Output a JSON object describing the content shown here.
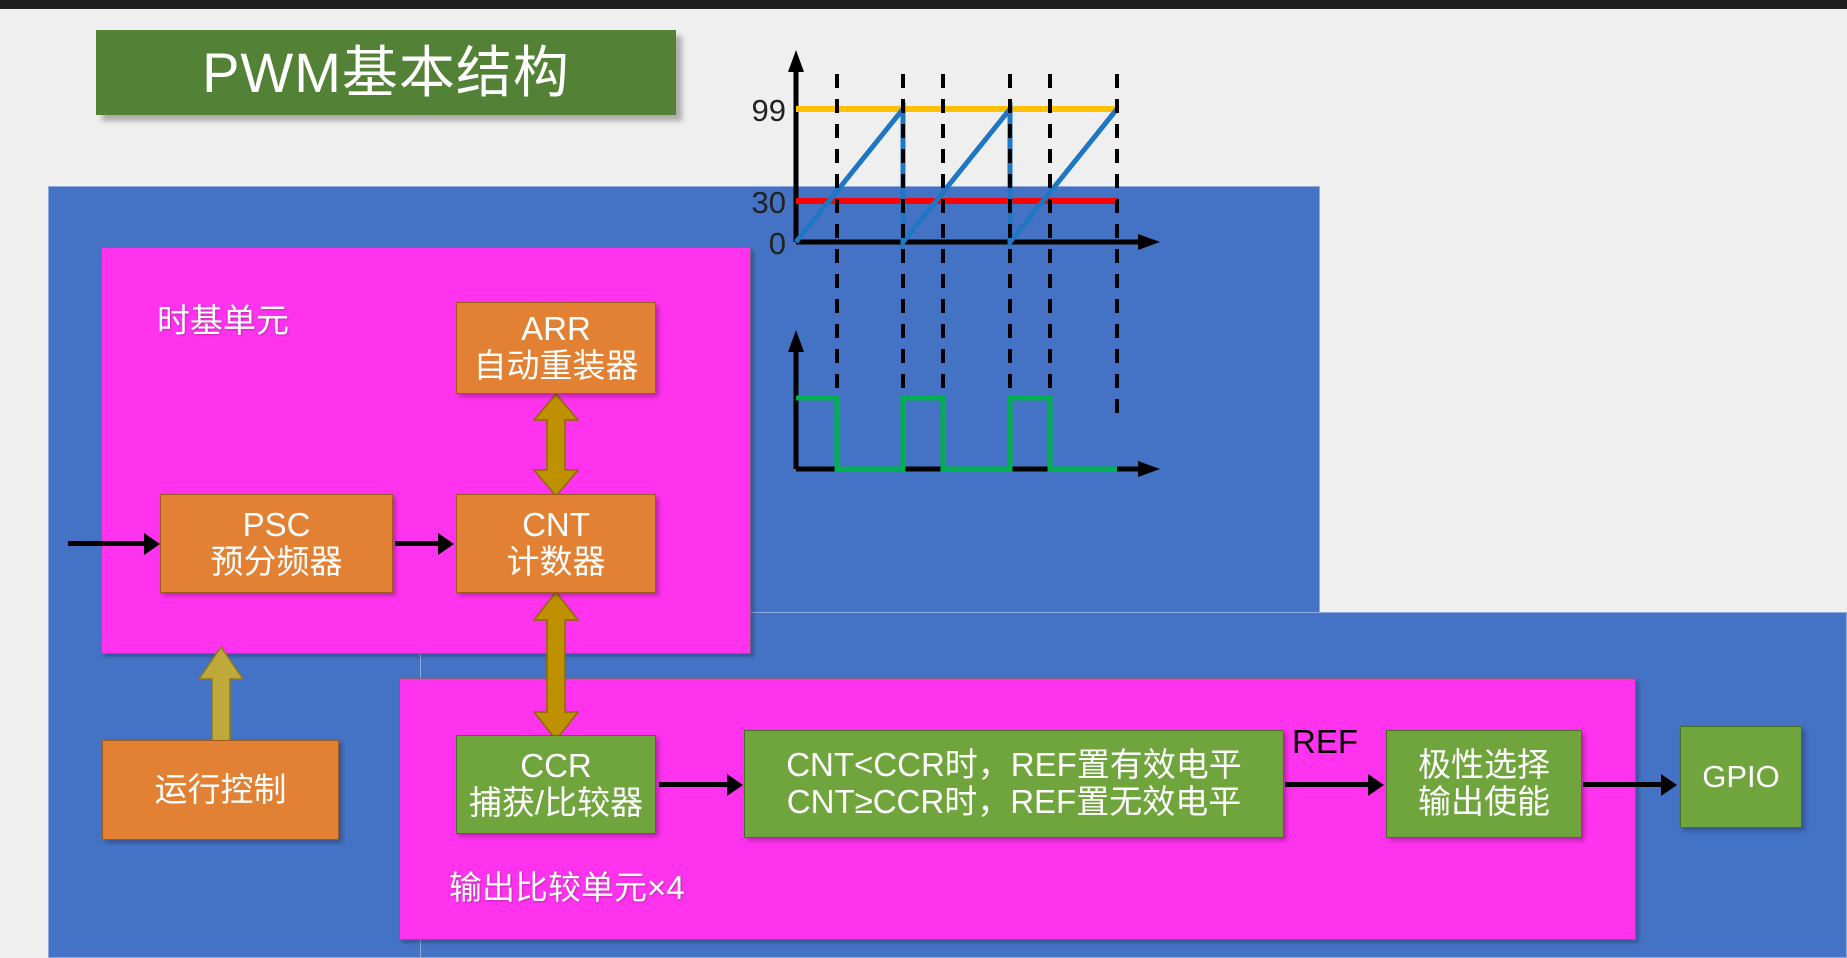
{
  "title": {
    "text": "PWM基本结构"
  },
  "diagram": {
    "groups": {
      "timebase_label": "时基单元",
      "output_compare_label": "输出比较单元×4"
    },
    "blocks": {
      "arr": {
        "line1": "ARR",
        "line2": "自动重装器"
      },
      "psc": {
        "line1": "PSC",
        "line2": "预分频器"
      },
      "cnt": {
        "line1": "CNT",
        "line2": "计数器"
      },
      "run": {
        "line1": "运行控制",
        "line2": ""
      },
      "ccr": {
        "line1": "CCR",
        "line2": "捕获/比较器"
      },
      "cmp": {
        "line1": "CNT<CCR时，REF置有效电平",
        "line2": "CNT≥CCR时，REF置无效电平"
      },
      "pol": {
        "line1": "极性选择",
        "line2": "输出使能"
      },
      "gpio": {
        "line1": "GPIO",
        "line2": ""
      }
    },
    "signals": {
      "ref": "REF"
    },
    "colors": {
      "blue_container": "#4472C4",
      "pink_group": "#FF33EE",
      "orange_block": "#E28033",
      "green_block": "#70A43C",
      "gold_arrow": "#BF9000",
      "title_banner": "#538135"
    }
  },
  "chart_data": [
    {
      "type": "line",
      "title": "",
      "name": "counter-waveform",
      "xlabel": "",
      "ylabel": "",
      "ylim": [
        0,
        120
      ],
      "xlim": [
        0,
        100
      ],
      "grid": false,
      "ytick_labels": [
        "99",
        "30",
        "0"
      ],
      "ytick_values": [
        99,
        30,
        0
      ],
      "series": [
        {
          "name": "CNT",
          "color": "#1F77C4",
          "type": "sawtooth",
          "points": [
            [
              0,
              0
            ],
            [
              26,
              99
            ],
            [
              26,
              0
            ],
            [
              52,
              99
            ],
            [
              52,
              0
            ],
            [
              78,
              99
            ]
          ]
        },
        {
          "name": "ARR",
          "color": "#FFC000",
          "type": "hline",
          "value": 99
        },
        {
          "name": "CCR",
          "color": "#FF0000",
          "type": "hline",
          "value": 30
        }
      ],
      "annotations": {
        "vertical_dashed_x": [
          10,
          26,
          36,
          52,
          62,
          78
        ]
      }
    },
    {
      "type": "line",
      "title": "",
      "name": "ref-output-waveform",
      "xlabel": "",
      "ylabel": "",
      "ylim": [
        0,
        1.35
      ],
      "xlim": [
        0,
        100
      ],
      "grid": false,
      "ytick_labels": [],
      "ytick_values": [],
      "series": [
        {
          "name": "REF",
          "color": "#00B050",
          "type": "pwm",
          "high_intervals": [
            [
              0,
              10
            ],
            [
              26,
              36
            ],
            [
              52,
              62
            ]
          ],
          "period": 26,
          "duty_percent": 30
        }
      ],
      "annotations": {
        "vertical_dashed_x": [
          10,
          26,
          36,
          52,
          62,
          78
        ]
      }
    }
  ]
}
